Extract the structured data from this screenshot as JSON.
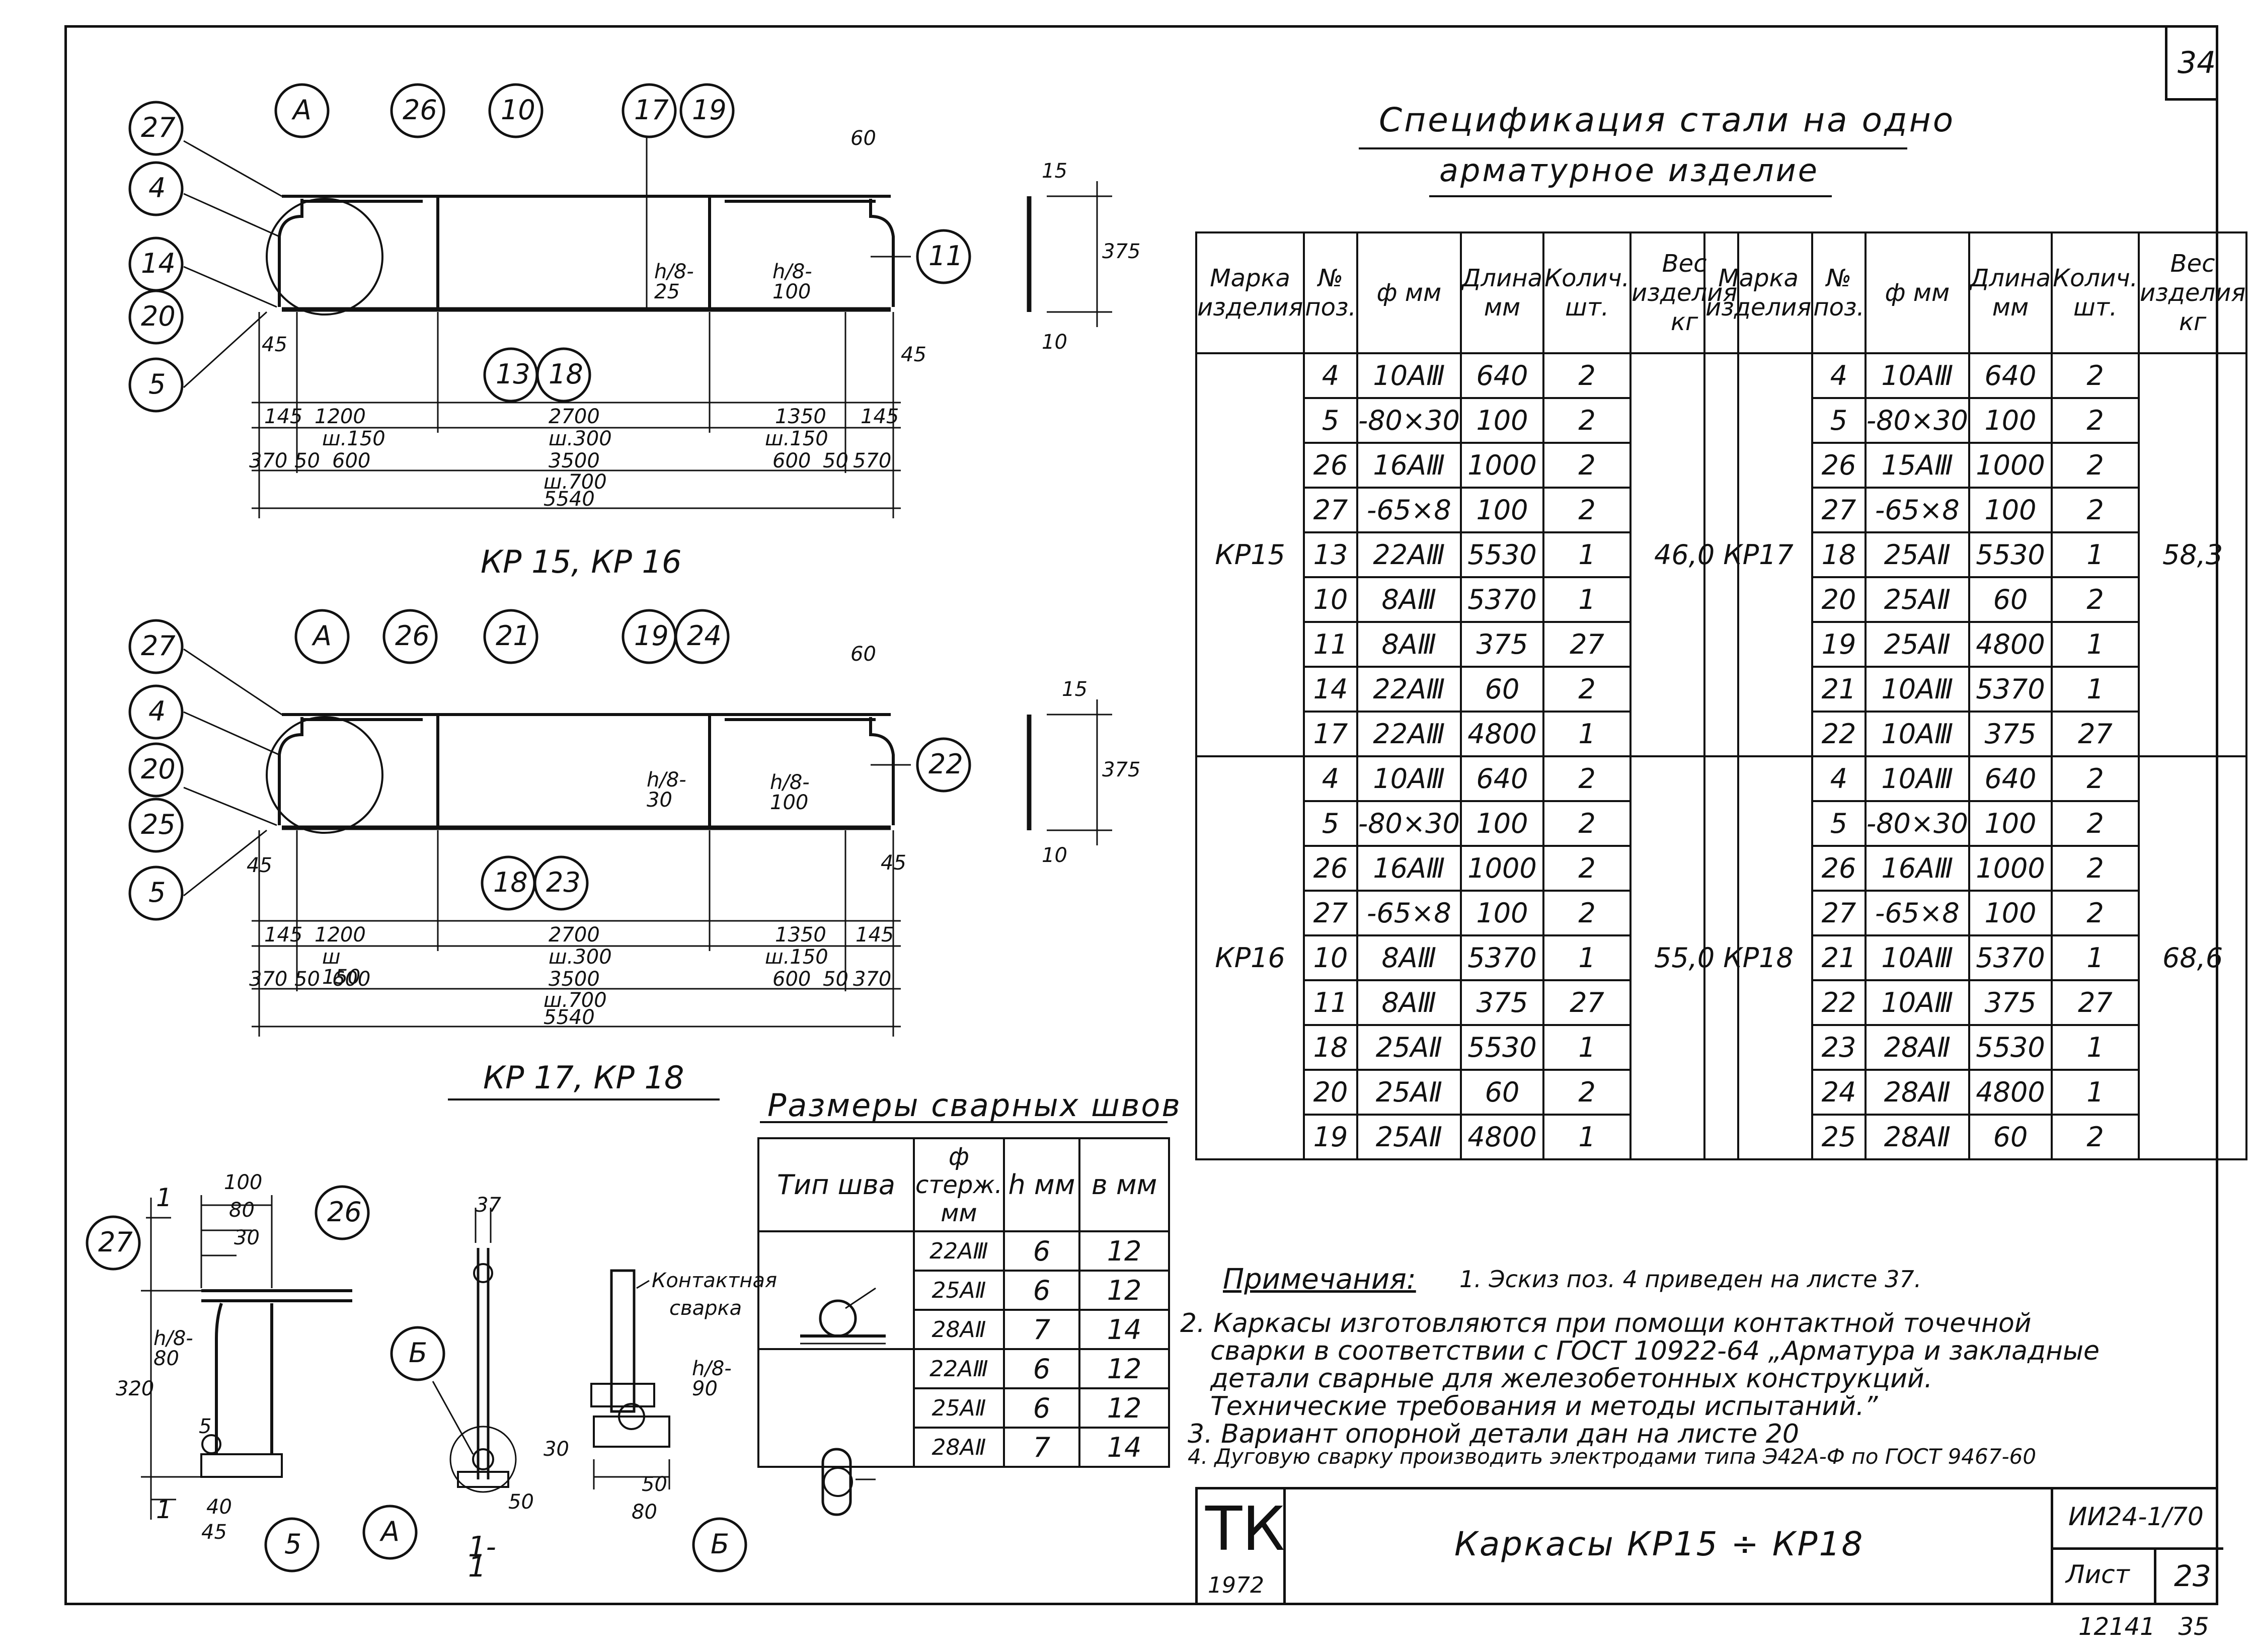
{
  "sheet_corner_number": "34",
  "spec": {
    "title_line1": "Спецификация стали на одно",
    "title_line2": "арматурное изделие",
    "headers": [
      "Марка изделия",
      "№ поз.",
      "ф мм",
      "Длина мм",
      "Колич. шт.",
      "Вес изделия кг"
    ],
    "left": [
      {
        "mark": "КР15",
        "weight": "46,0",
        "rows": [
          [
            "4",
            "10АⅢ",
            "640",
            "2"
          ],
          [
            "5",
            "-80×30",
            "100",
            "2"
          ],
          [
            "26",
            "16АⅢ",
            "1000",
            "2"
          ],
          [
            "27",
            "-65×8",
            "100",
            "2"
          ],
          [
            "13",
            "22АⅢ",
            "5530",
            "1"
          ],
          [
            "10",
            "8АⅢ",
            "5370",
            "1"
          ],
          [
            "11",
            "8АⅢ",
            "375",
            "27"
          ],
          [
            "14",
            "22АⅢ",
            "60",
            "2"
          ],
          [
            "17",
            "22АⅢ",
            "4800",
            "1"
          ]
        ]
      },
      {
        "mark": "КР16",
        "weight": "55,0",
        "rows": [
          [
            "4",
            "10АⅢ",
            "640",
            "2"
          ],
          [
            "5",
            "-80×30",
            "100",
            "2"
          ],
          [
            "26",
            "16АⅢ",
            "1000",
            "2"
          ],
          [
            "27",
            "-65×8",
            "100",
            "2"
          ],
          [
            "10",
            "8АⅢ",
            "5370",
            "1"
          ],
          [
            "11",
            "8АⅢ",
            "375",
            "27"
          ],
          [
            "18",
            "25АⅡ",
            "5530",
            "1"
          ],
          [
            "20",
            "25АⅡ",
            "60",
            "2"
          ],
          [
            "19",
            "25АⅡ",
            "4800",
            "1"
          ]
        ]
      }
    ],
    "right": [
      {
        "mark": "КР17",
        "weight": "58,3",
        "rows": [
          [
            "4",
            "10АⅢ",
            "640",
            "2"
          ],
          [
            "5",
            "-80×30",
            "100",
            "2"
          ],
          [
            "26",
            "15АⅢ",
            "1000",
            "2"
          ],
          [
            "27",
            "-65×8",
            "100",
            "2"
          ],
          [
            "18",
            "25АⅡ",
            "5530",
            "1"
          ],
          [
            "20",
            "25АⅡ",
            "60",
            "2"
          ],
          [
            "19",
            "25АⅡ",
            "4800",
            "1"
          ],
          [
            "21",
            "10АⅢ",
            "5370",
            "1"
          ],
          [
            "22",
            "10АⅢ",
            "375",
            "27"
          ]
        ]
      },
      {
        "mark": "КР18",
        "weight": "68,6",
        "rows": [
          [
            "4",
            "10АⅢ",
            "640",
            "2"
          ],
          [
            "5",
            "-80×30",
            "100",
            "2"
          ],
          [
            "26",
            "16АⅢ",
            "1000",
            "2"
          ],
          [
            "27",
            "-65×8",
            "100",
            "2"
          ],
          [
            "21",
            "10АⅢ",
            "5370",
            "1"
          ],
          [
            "22",
            "10АⅢ",
            "375",
            "27"
          ],
          [
            "23",
            "28АⅡ",
            "5530",
            "1"
          ],
          [
            "24",
            "28АⅡ",
            "4800",
            "1"
          ],
          [
            "25",
            "28АⅡ",
            "60",
            "2"
          ]
        ]
      }
    ]
  },
  "welds": {
    "title": "Размеры сварных швов",
    "headers": [
      "Тип шва",
      "ф стерж. мм",
      "h мм",
      "в мм"
    ],
    "group1": [
      [
        "22АⅢ",
        "6",
        "12"
      ],
      [
        "25АⅡ",
        "6",
        "12"
      ],
      [
        "28АⅡ",
        "7",
        "14"
      ]
    ],
    "group2": [
      [
        "22АⅢ",
        "6",
        "12"
      ],
      [
        "25АⅡ",
        "6",
        "12"
      ],
      [
        "28АⅡ",
        "7",
        "14"
      ]
    ]
  },
  "notes": {
    "heading": "Примечания:",
    "n1": "1. Эскиз поз. 4 приведен на листе 37.",
    "n2a": "2. Каркасы изготовляются при помощи контактной точечной",
    "n2b": "сварки в соответствии с ГОСТ 10922-64 „Арматура и закладные",
    "n2c": "детали сварные для железобетонных конструкций.",
    "n2d": "Технические требования и методы испытаний.”",
    "n3": "3. Вариант опорной детали дан на листе 20",
    "n4": "4. Дуговую сварку производить электродами типа Э42А-Ф по ГОСТ 9467-60"
  },
  "stamp": {
    "logo": "ТК",
    "year": "1972",
    "title": "Каркасы КР15 ÷ КР18",
    "code": "ИИ24-1/70",
    "sheet_label": "Лист",
    "sheet_no": "23"
  },
  "bottom_numbers": "12141   35",
  "drawings": {
    "top_caption": "КР 15, КР 16",
    "mid_caption": "КР 17, КР 18",
    "top_callouts": [
      "27",
      "А",
      "26",
      "10",
      "17",
      "19",
      "4",
      "14",
      "20",
      "5",
      "11",
      "13",
      "18"
    ],
    "mid_callouts": [
      "27",
      "А",
      "26",
      "21",
      "19",
      "24",
      "4",
      "20",
      "25",
      "5",
      "22",
      "18",
      "23"
    ],
    "top_dims": [
      "60",
      "45",
      "45",
      "145",
      "1200",
      "2700",
      "1350",
      "145",
      "ш.150",
      "ш.300",
      "ш.150",
      "370",
      "50",
      "600",
      "3500",
      "600",
      "50",
      "570",
      "ш.700",
      "5540"
    ],
    "top_weld_labels": [
      "h/8-25",
      "h/8-100"
    ],
    "mid_dims": [
      "60",
      "45",
      "45",
      "145",
      "1200",
      "2700",
      "1350",
      "145",
      "ш 150",
      "ш.300",
      "ш.150",
      "370",
      "50",
      "600",
      "3500",
      "600",
      "50",
      "370",
      "ш.700",
      "5540"
    ],
    "mid_weld_labels": [
      "h/8-30",
      "h/8-100"
    ],
    "side_dims_top": [
      "15",
      "375",
      "10"
    ],
    "side_dims_mid": [
      "15",
      "375",
      "10"
    ],
    "detail_A": {
      "callouts": [
        "27",
        "26",
        "5",
        "А"
      ],
      "dims": [
        "100",
        "80",
        "30",
        "320",
        "h/8-80",
        "40",
        "45",
        "5"
      ],
      "section": "1"
    },
    "detail_11": {
      "callouts": [
        "Б"
      ],
      "dims": [
        "37",
        "30",
        "50"
      ],
      "caption": "1-1"
    },
    "detail_B": {
      "label_contact": "Контактная",
      "label_weld": "сварка",
      "dims": [
        "h/8-90",
        "50",
        "80"
      ],
      "callout": "Б"
    }
  }
}
